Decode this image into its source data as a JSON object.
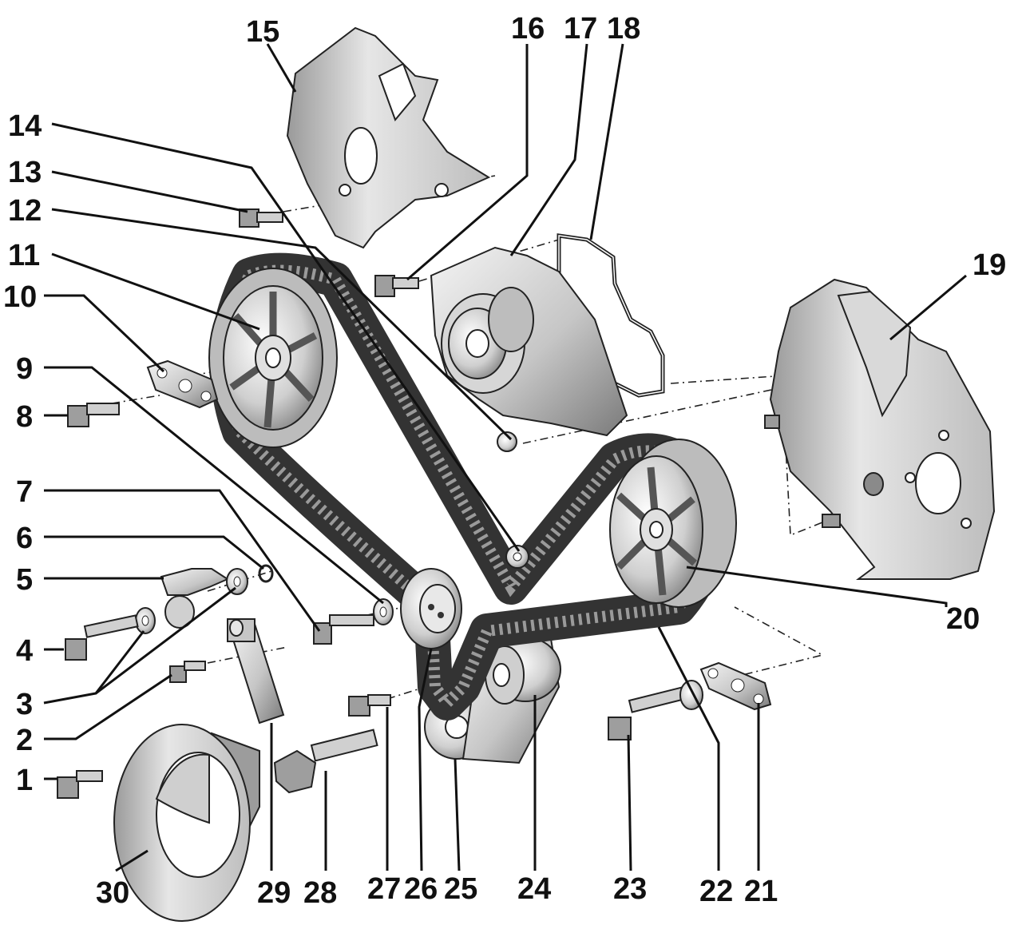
{
  "colors": {
    "metal_light": "#e4e4e4",
    "metal_mid": "#b9b9b9",
    "metal_dark": "#6f6f6f",
    "belt": "#4a4a4a",
    "line": "#111111",
    "background": "#ffffff"
  },
  "labels": {
    "p1": "1",
    "p2": "2",
    "p3": "3",
    "p4": "4",
    "p5": "5",
    "p6": "6",
    "p7": "7",
    "p8": "8",
    "p9": "9",
    "p10": "10",
    "p11": "11",
    "p12": "12",
    "p13": "13",
    "p14": "14",
    "p15": "15",
    "p16": "16",
    "p17": "17",
    "p18": "18",
    "p19": "19",
    "p20": "20",
    "p21": "21",
    "p22": "22",
    "p23": "23",
    "p24": "24",
    "p25": "25",
    "p26": "26",
    "p27": "27",
    "p28": "28",
    "p29": "29",
    "p30": "30"
  }
}
